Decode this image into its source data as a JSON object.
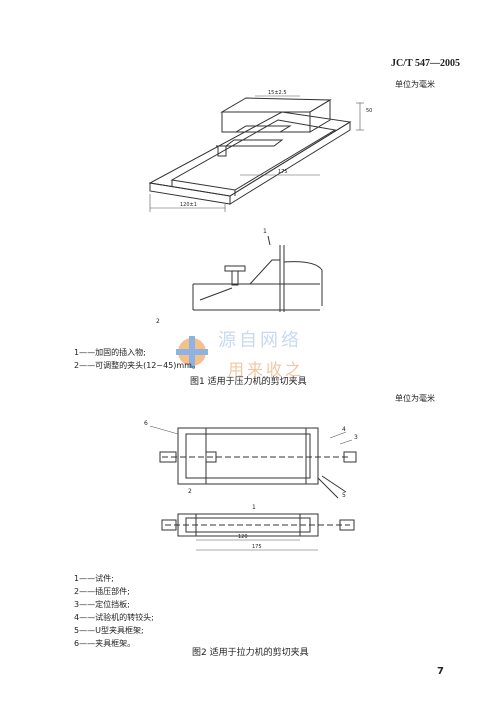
{
  "header": {
    "standard_number": "JC/T 547—2005"
  },
  "figure1": {
    "unit_note": "单位为毫米",
    "dims": {
      "d1": "15±2.5",
      "d2": "50",
      "d3": "175",
      "d4": "120±1"
    },
    "part_labels": [
      "1",
      "2"
    ],
    "legend": [
      "1——加固的插入物;",
      "2——可调整的夹头(12~45)mm。"
    ],
    "caption": "图1  适用于压力机的剪切夹具"
  },
  "figure2": {
    "unit_note": "单位为毫米",
    "dims": {
      "d1": "120",
      "d2": "175"
    },
    "part_labels": [
      "6",
      "4",
      "3",
      "2",
      "5",
      "1"
    ],
    "legend": [
      "1——试件;",
      "2——插压部件;",
      "3——定位挡板;",
      "4——试验机的转铰头;",
      "5——U型夹具框架;",
      "6——夹具框架。"
    ],
    "caption": "图2  适用于拉力机的剪切夹具"
  },
  "watermark": {
    "line1": "源自网络",
    "line2": "用来收之"
  },
  "page_number": "7"
}
